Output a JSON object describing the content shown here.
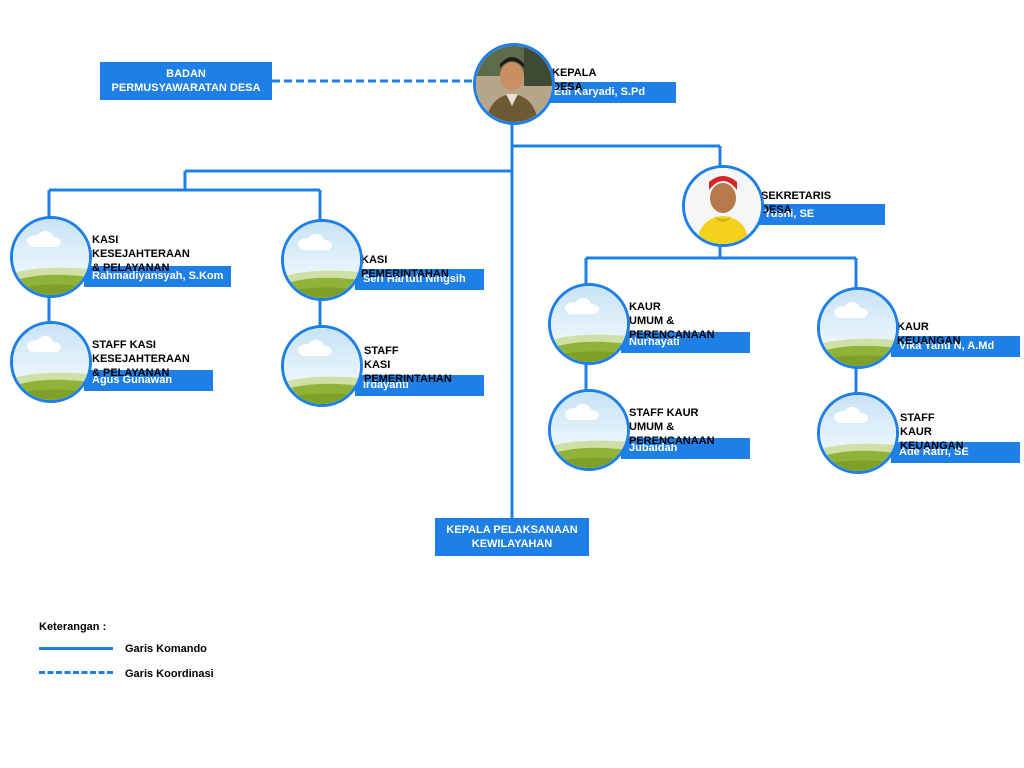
{
  "colors": {
    "accent": "#1e7fe6",
    "label_text": "#ffffff"
  },
  "coordination": {
    "title": "BADAN\nPERMUSYAWARATAN DESA"
  },
  "head": {
    "title": "KEPALA DESA",
    "name": "Edi Karyadi, S.Pd",
    "photo": "person-photo"
  },
  "secretary": {
    "title": "SEKRETARIS DESA",
    "name": "Yusni, SE",
    "photo": "person-photo"
  },
  "kasi_kesejahteraan": {
    "title": "KASI\nKESEJAHTERAAN & PELAYANAN",
    "name": "Rahmadiyansyah, S.Kom"
  },
  "staff_kesejahteraan": {
    "title": "STAFF KASI\nKESEJAHTERAAN & PELAYANAN",
    "name": "Agus Gunawan"
  },
  "kasi_pemerintahan": {
    "title": "KASI PEMERINTAHAN",
    "name": "Seri Hartuti Ningsih"
  },
  "staff_pemerintahan": {
    "title": "STAFF\nKASI PEMERINTAHAN",
    "name": "Irdayanti"
  },
  "kaur_umum": {
    "title": "KAUR\nUMUM & PERENCANAAN",
    "name": "Nurhayati"
  },
  "staff_umum": {
    "title": "STAFF KAUR\nUMUM & PERENCANAAN",
    "name": "Jubaidah"
  },
  "kaur_keuangan": {
    "title": "KAUR KEUANGAN",
    "name": "Vika Yanti N, A.Md"
  },
  "staff_keuangan": {
    "title": "STAFF\nKAUR KEUANGAN",
    "name": "Ade Ratri, SE"
  },
  "kewilayahan": {
    "title": "KEPALA PELAKSANAAN\nKEWILAYAHAN"
  },
  "placeholder_icon": "landscape-placeholder-icon",
  "legend": {
    "title": "Keterangan :",
    "command_label": "Garis Komando",
    "coordination_label": "Garis Koordinasi"
  }
}
